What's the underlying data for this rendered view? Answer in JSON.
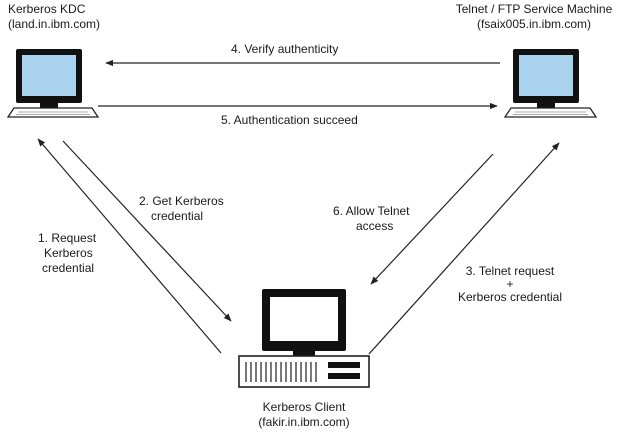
{
  "nodes": {
    "kdc": {
      "title": "Kerberos KDC",
      "host": "(land.in.ibm.com)"
    },
    "service": {
      "title": "Telnet / FTP Service Machine",
      "host": "(fsaix005.in.ibm.com)"
    },
    "client": {
      "title": "Kerberos Client",
      "host": "(fakir.in.ibm.com)"
    }
  },
  "steps": {
    "s1": {
      "line1": "1. Request",
      "line2": "Kerberos",
      "line3": "credential"
    },
    "s2": {
      "line1": "2. Get Kerberos",
      "line2": "credential"
    },
    "s3": {
      "line1": "3. Telnet request",
      "line2": "+",
      "line3": "Kerberos credential"
    },
    "s4": {
      "label": "4. Verify authenticity"
    },
    "s5": {
      "label": "5. Authentication succeed"
    },
    "s6": {
      "line1": "6. Allow Telnet",
      "line2": "access"
    }
  },
  "colors": {
    "screen": "#a9d3ee",
    "monitor": "#111111",
    "client_screen": "#ffffff",
    "line": "#222222"
  }
}
